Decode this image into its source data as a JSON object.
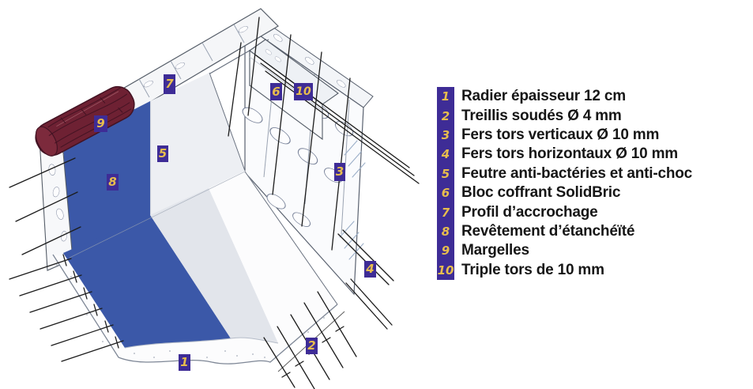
{
  "legend": {
    "items": [
      {
        "num": "1",
        "label": "Radier épaisseur 12 cm"
      },
      {
        "num": "2",
        "label": "Treillis soudés Ø 4 mm"
      },
      {
        "num": "3",
        "label": "Fers tors verticaux Ø 10 mm"
      },
      {
        "num": "4",
        "label": "Fers tors horizontaux Ø 10 mm"
      },
      {
        "num": "5",
        "label": "Feutre anti-bactéries et anti-choc"
      },
      {
        "num": "6",
        "label": "Bloc coffrant SolidBric"
      },
      {
        "num": "7",
        "label": "Profil d’accrochage"
      },
      {
        "num": "8",
        "label": "Revêtement d’étanchéïté"
      },
      {
        "num": "9",
        "label": "Margelles"
      },
      {
        "num": "10",
        "label": "Triple tors de 10 mm"
      }
    ]
  },
  "diagram": {
    "badges": [
      "1",
      "2",
      "3",
      "4",
      "5",
      "6",
      "7",
      "8",
      "9",
      "10"
    ]
  },
  "colors": {
    "badge_purple": "#3e2c96",
    "number_gold": "#e7bd4d",
    "liner_blue": "#3b58a8",
    "felt_gray": "#e2e5eb",
    "margelle_maroon": "#6e2133"
  }
}
